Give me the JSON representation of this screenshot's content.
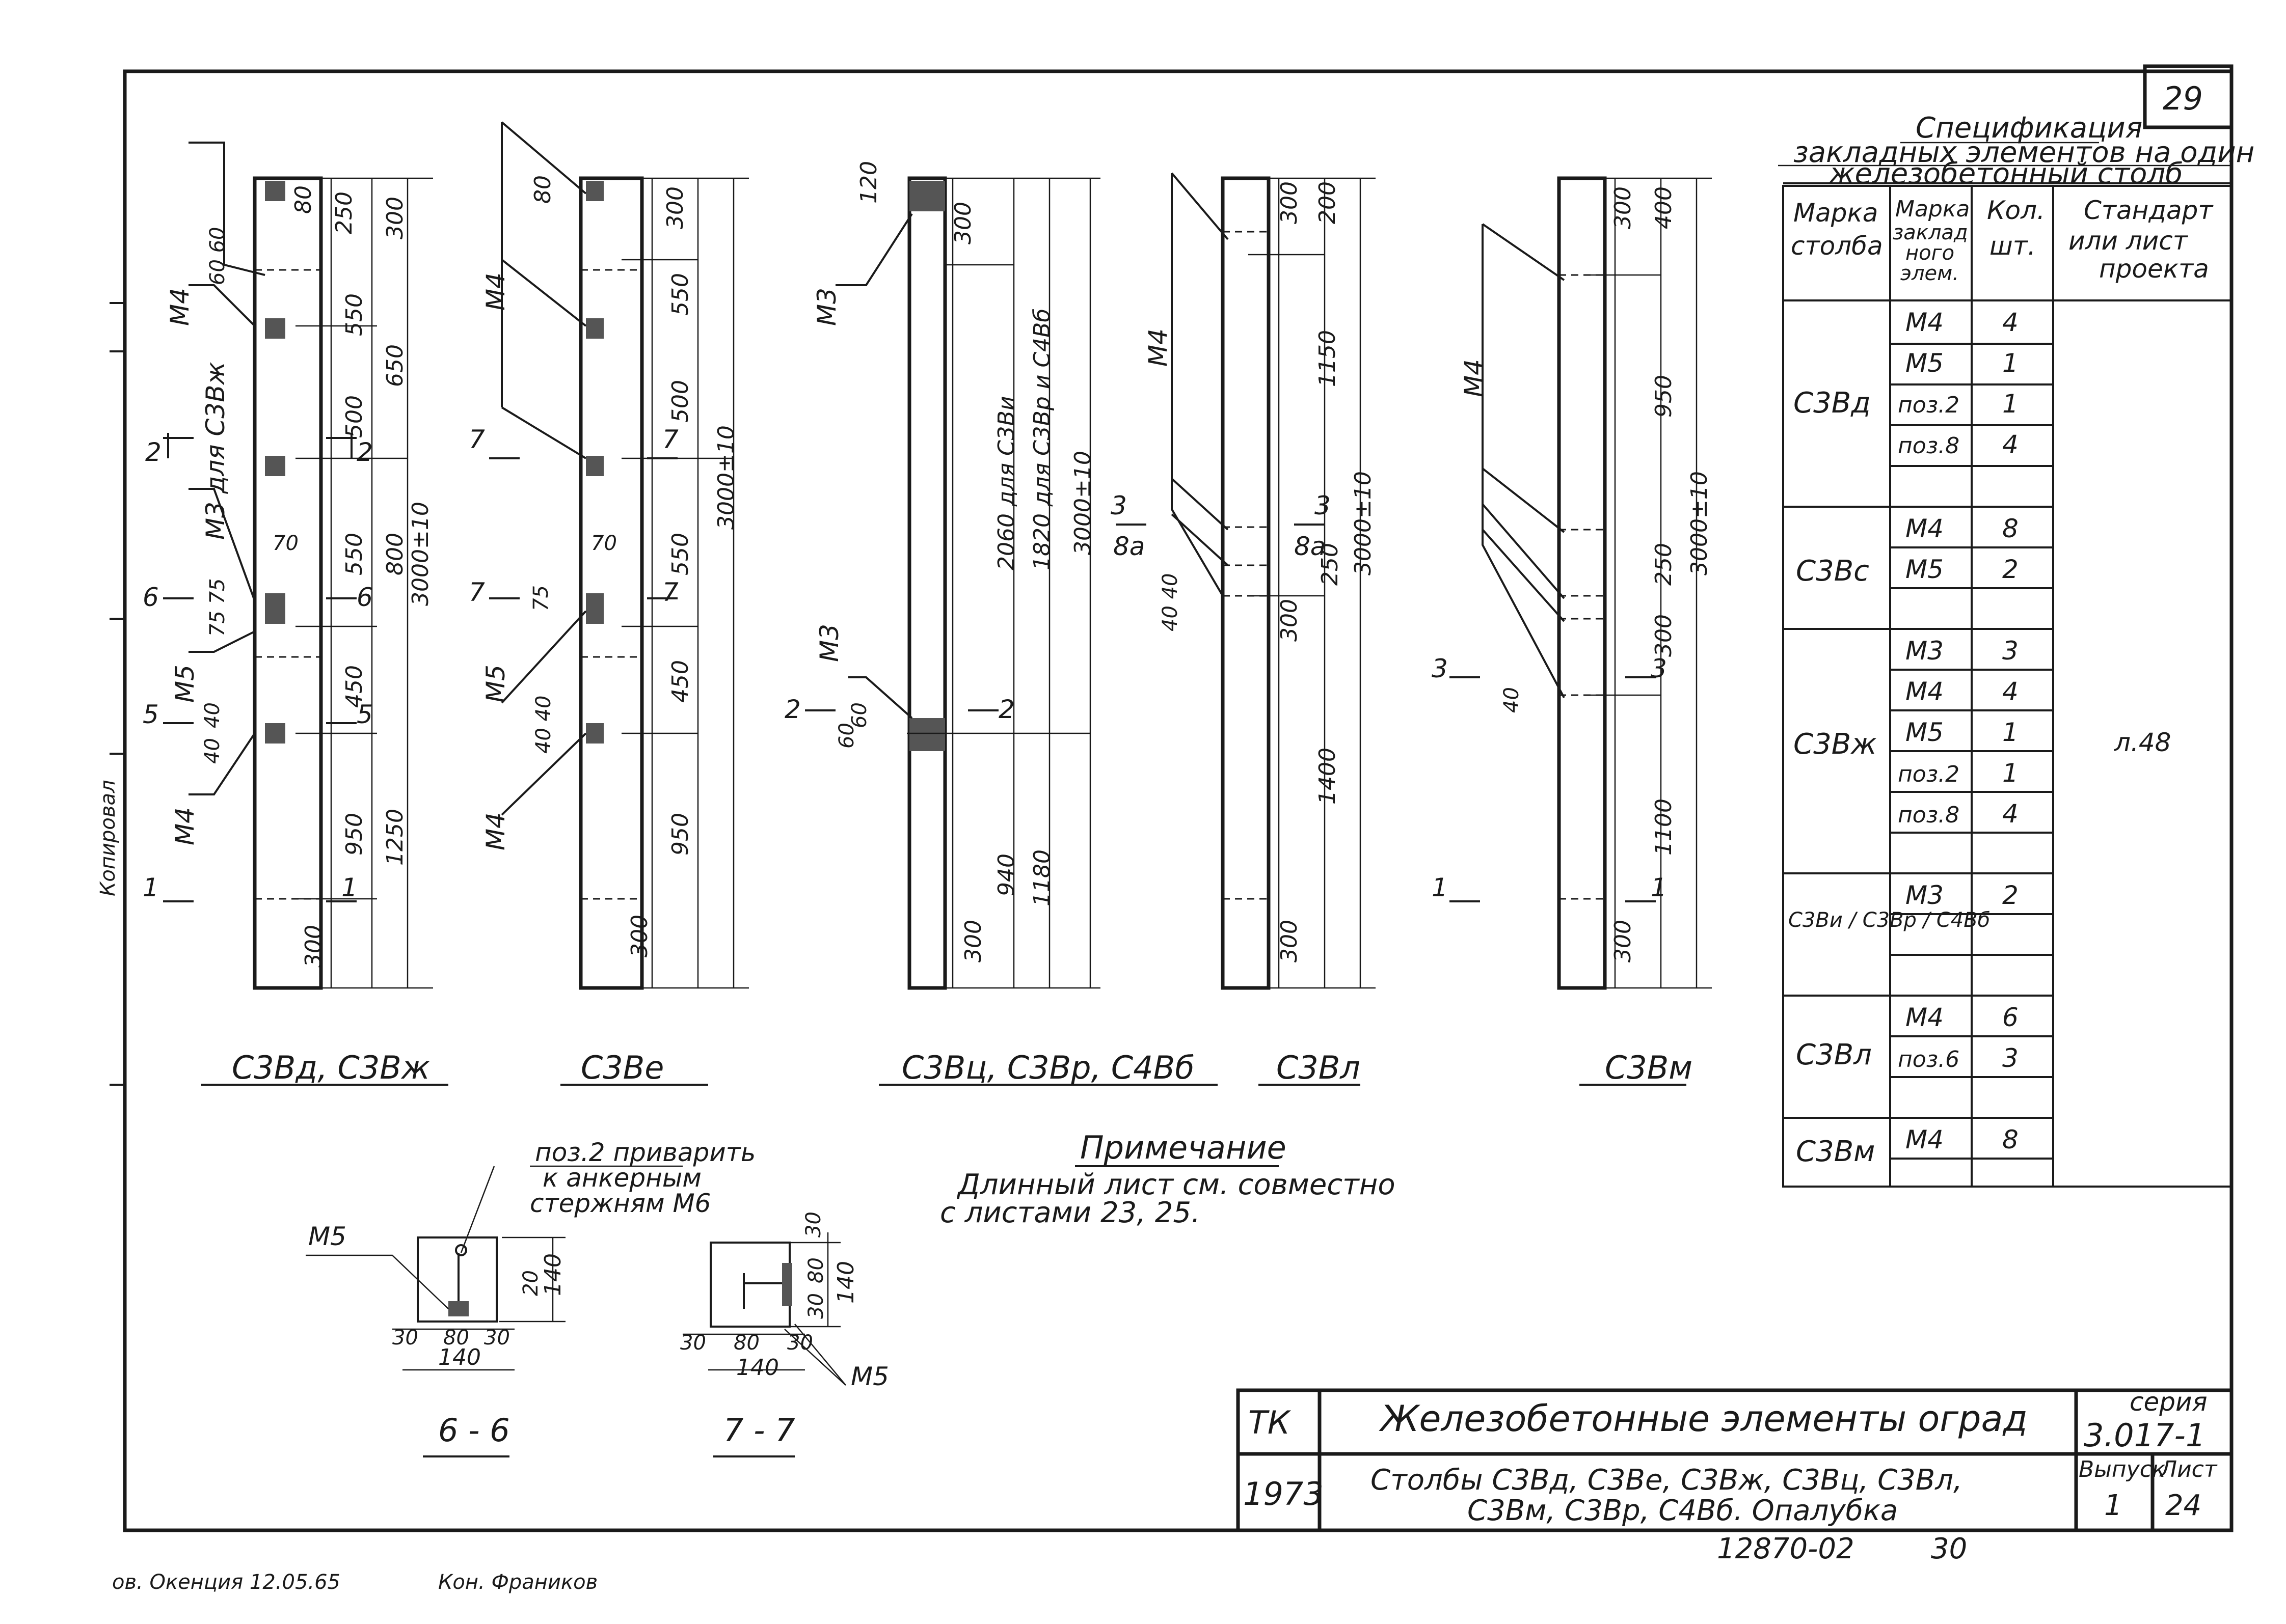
{
  "sheet": {
    "page_number": "29",
    "stamp_tk": "ТК",
    "stamp_year": "1973",
    "title_main": "Железобетонные элементы оград",
    "title_sub_1": "Столбы С3Вд, С3Ве, С3Вж, С3Вц, С3Вл,",
    "title_sub_2": "С3Вм, С3Вр, С4Вб. Опалубка",
    "series_label": "серия",
    "series_value": "3.017-1",
    "issue_label": "Выпуск",
    "issue_value": "1",
    "sheet_label": "Лист",
    "sheet_value": "24",
    "archive_number": "12870-02",
    "archive_page": "30",
    "bottom_note_1": "ов. Окенция 12.05.65",
    "bottom_note_2": "Кон. Фраников"
  },
  "note": {
    "heading": "Примечание",
    "line1": "Длинный лист см. совместно",
    "line2": "с листами 23, 25."
  },
  "spec": {
    "title_1": "Спецификация",
    "title_2": "закладных элементов на один",
    "title_3": "железобетонный столб",
    "headers": {
      "col1_1": "Марка",
      "col1_2": "столба",
      "col2_1": "Марка",
      "col2_2": "заклад",
      "col2_3": "ного",
      "col2_4": "элем.",
      "col3_1": "Кол.",
      "col3_2": "шт.",
      "col4_1": "Стандарт",
      "col4_2": "или лист",
      "col4_3": "проекта"
    },
    "reference": "л.48",
    "groups": [
      {
        "mark": "С3Вд",
        "rows": [
          [
            "М4",
            "4"
          ],
          [
            "М5",
            "1"
          ],
          [
            "поз.2",
            "1"
          ],
          [
            "поз.8",
            "4"
          ],
          [
            "",
            ""
          ]
        ]
      },
      {
        "mark": "С3Вс",
        "rows": [
          [
            "М4",
            "8"
          ],
          [
            "М5",
            "2"
          ],
          [
            "",
            ""
          ]
        ]
      },
      {
        "mark": "С3Вж",
        "rows": [
          [
            "М3",
            "3"
          ],
          [
            "М4",
            "4"
          ],
          [
            "М5",
            "1"
          ],
          [
            "поз.2",
            "1"
          ],
          [
            "поз.8",
            "4"
          ],
          [
            "",
            ""
          ]
        ]
      },
      {
        "mark": "С3Ви / С3Вр / С4Вб",
        "rows": [
          [
            "М3",
            "2"
          ],
          [
            "",
            ""
          ],
          [
            "",
            ""
          ]
        ]
      },
      {
        "mark": "С3Вл",
        "rows": [
          [
            "М4",
            "6"
          ],
          [
            "поз.6",
            "3"
          ],
          [
            "",
            ""
          ]
        ]
      },
      {
        "mark": "С3Вм",
        "rows": [
          [
            "М4",
            "8"
          ],
          [
            "",
            ""
          ]
        ]
      }
    ]
  },
  "views": {
    "label1": "С3Вд, С3Вж",
    "label2": "С3Ве",
    "label3": "С3Вц, С3Вр, С4Вб",
    "label4": "С3Вл",
    "label5": "С3Вм"
  },
  "sections": {
    "s66": "6 - 6",
    "s77": "7 - 7",
    "weld_note_1": "поз.2 приварить",
    "weld_note_2": "к анкерным",
    "weld_note_3": "стержням М6",
    "m5_a": "М5",
    "m5_b": "М5",
    "d140": "140",
    "d80": "80",
    "d30": "30",
    "d20": "20"
  },
  "dims": {
    "v1": [
      "80",
      "250",
      "300",
      "60 60",
      "550",
      "500",
      "650",
      "550",
      "800",
      "3000±10",
      "75 75",
      "450",
      "40",
      "40",
      "950",
      "1250",
      "300",
      "70"
    ],
    "marks1": [
      "М4",
      "М3 для С3Вж",
      "М5",
      "М4"
    ],
    "v2": [
      "80",
      "300",
      "550",
      "500",
      "550",
      "3000±10",
      "70",
      "75",
      "450",
      "40 40",
      "950",
      "300"
    ],
    "marks2": [
      "М4",
      "М5",
      "М4"
    ],
    "v3": [
      "120",
      "300",
      "2060 для С3Ви",
      "1820 для С3Вр и С4Вб",
      "3000±10",
      "60",
      "60",
      "940",
      "1180",
      "300"
    ],
    "marks3": [
      "М3",
      "М3"
    ],
    "v4": [
      "300",
      "200",
      "1150",
      "3000±10",
      "250",
      "300",
      "1400",
      "300",
      "40 40"
    ],
    "marks4": [
      "М4"
    ],
    "v5": [
      "300",
      "400",
      "950",
      "250",
      "300",
      "3000±10",
      "1100",
      "300",
      "40"
    ],
    "marks5": [
      "М4"
    ],
    "cuts": [
      "1",
      "2",
      "3",
      "5",
      "6",
      "7",
      "8а"
    ],
    "side_text": "Копировал"
  }
}
